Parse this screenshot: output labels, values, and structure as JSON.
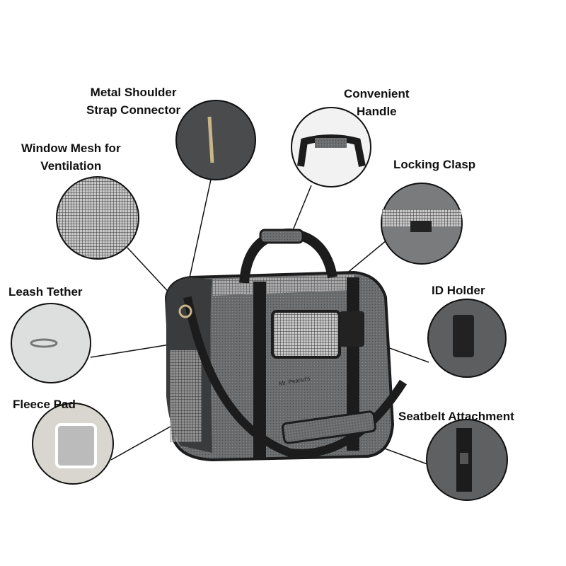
{
  "features": {
    "strap_connector": {
      "line1": "Metal Shoulder",
      "line2": "Strap Connector"
    },
    "handle": {
      "line1": "Convenient",
      "line2": "Handle"
    },
    "mesh": {
      "line1": "Window Mesh for",
      "line2": "Ventilation"
    },
    "clasp": {
      "line1": "Locking Clasp"
    },
    "leash": {
      "line1": "Leash Tether"
    },
    "id_holder": {
      "line1": "ID Holder"
    },
    "fleece": {
      "line1": "Fleece Pad"
    },
    "seatbelt": {
      "line1": "Seatbelt Attachment"
    }
  },
  "product": {
    "logo_text": "Mr. Peanut's"
  },
  "colors": {
    "bag": "#5f6163",
    "trim": "#1c1c1c",
    "label": "#111111"
  }
}
